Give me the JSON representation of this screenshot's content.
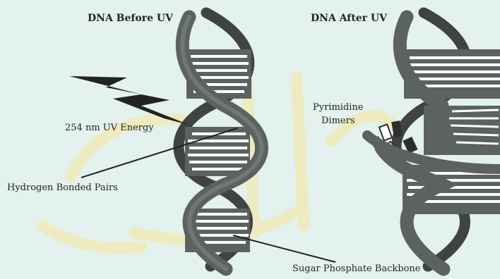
{
  "diagram": {
    "title_before": "DNA Before UV",
    "title_after": "DNA After UV",
    "label_uv_energy": "254 nm UV Energy",
    "label_hydrogen_pairs": "Hydrogen Bonded Pairs",
    "label_dimers_line1": "Pyrimidine",
    "label_dimers_line2": "Dimers",
    "label_backbone": "Sugar Phosphate Backbone"
  },
  "colors": {
    "background": "#e3f2ee",
    "watermark": "#f0eab6",
    "backbone": "#5c6161",
    "backbone_dark": "#3f4343",
    "base_pair": "#ffffff",
    "dimer": "#2e2e2e",
    "lightning": "#222222",
    "text": "#222222"
  }
}
